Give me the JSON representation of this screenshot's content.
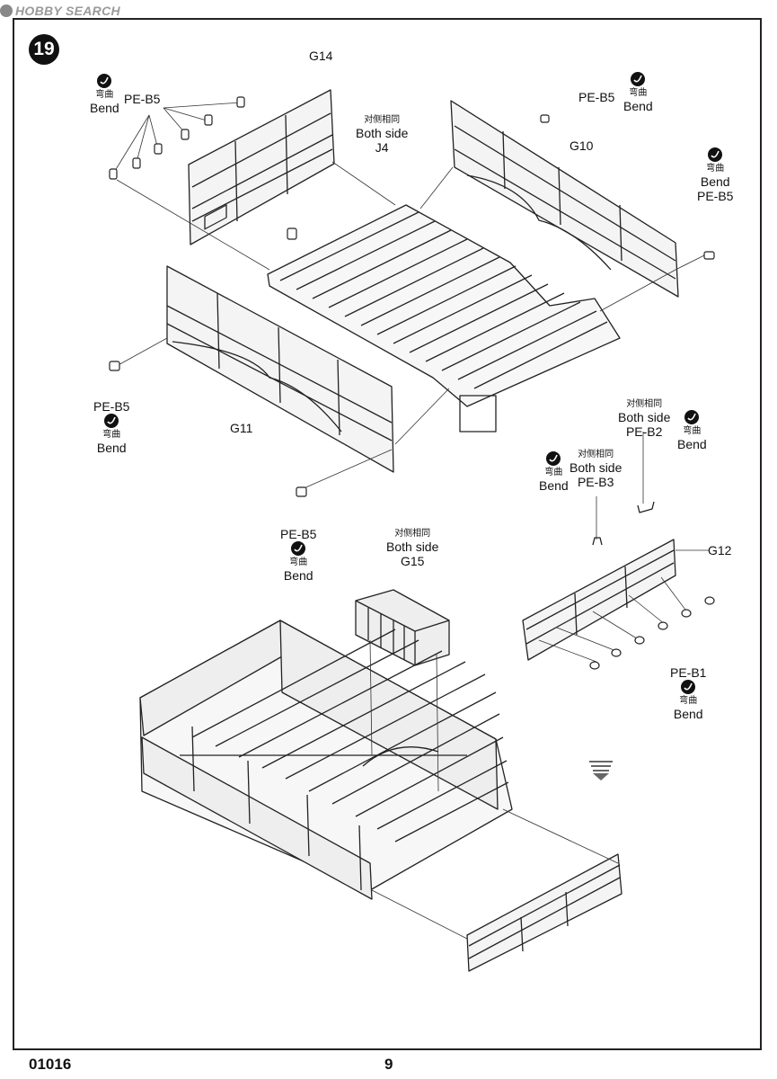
{
  "watermark": "HOBBY SEARCH",
  "step_number": "19",
  "bend_zh": "弯曲",
  "bend_en": "Bend",
  "both_side_zh": "对侧相同",
  "both_side_en": "Both side",
  "parts": {
    "g14": "G14",
    "g10": "G10",
    "g11": "G11",
    "g12": "G12",
    "g15": "G15",
    "j4": "J4",
    "pe_b5": "PE-B5",
    "pe_b1": "PE-B1",
    "pe_b2": "PE-B2",
    "pe_b3": "PE-B3"
  },
  "footer": {
    "code": "01016",
    "page": "9"
  }
}
